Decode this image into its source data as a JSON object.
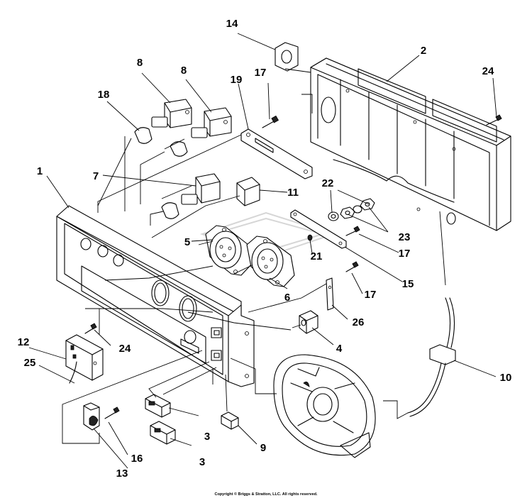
{
  "callouts": [
    {
      "id": "c1",
      "text": "1"
    },
    {
      "id": "c2",
      "text": "2"
    },
    {
      "id": "c3a",
      "text": "3"
    },
    {
      "id": "c3b",
      "text": "3"
    },
    {
      "id": "c4",
      "text": "4"
    },
    {
      "id": "c5",
      "text": "5"
    },
    {
      "id": "c6",
      "text": "6"
    },
    {
      "id": "c7",
      "text": "7"
    },
    {
      "id": "c8a",
      "text": "8"
    },
    {
      "id": "c8b",
      "text": "8"
    },
    {
      "id": "c9",
      "text": "9"
    },
    {
      "id": "c10",
      "text": "10"
    },
    {
      "id": "c11",
      "text": "11"
    },
    {
      "id": "c12",
      "text": "12"
    },
    {
      "id": "c13",
      "text": "13"
    },
    {
      "id": "c14",
      "text": "14"
    },
    {
      "id": "c15",
      "text": "15"
    },
    {
      "id": "c16",
      "text": "16"
    },
    {
      "id": "c17a",
      "text": "17"
    },
    {
      "id": "c17b",
      "text": "17"
    },
    {
      "id": "c17c",
      "text": "17"
    },
    {
      "id": "c18",
      "text": "18"
    },
    {
      "id": "c19",
      "text": "19"
    },
    {
      "id": "c21",
      "text": "21"
    },
    {
      "id": "c22",
      "text": "22"
    },
    {
      "id": "c23",
      "text": "23"
    },
    {
      "id": "c24a",
      "text": "24"
    },
    {
      "id": "c24b",
      "text": "24"
    },
    {
      "id": "c25",
      "text": "25"
    },
    {
      "id": "c26",
      "text": "26"
    }
  ],
  "footer": {
    "copyright": "Copyright © Briggs & Stratton, LLC. All rights reserved."
  }
}
